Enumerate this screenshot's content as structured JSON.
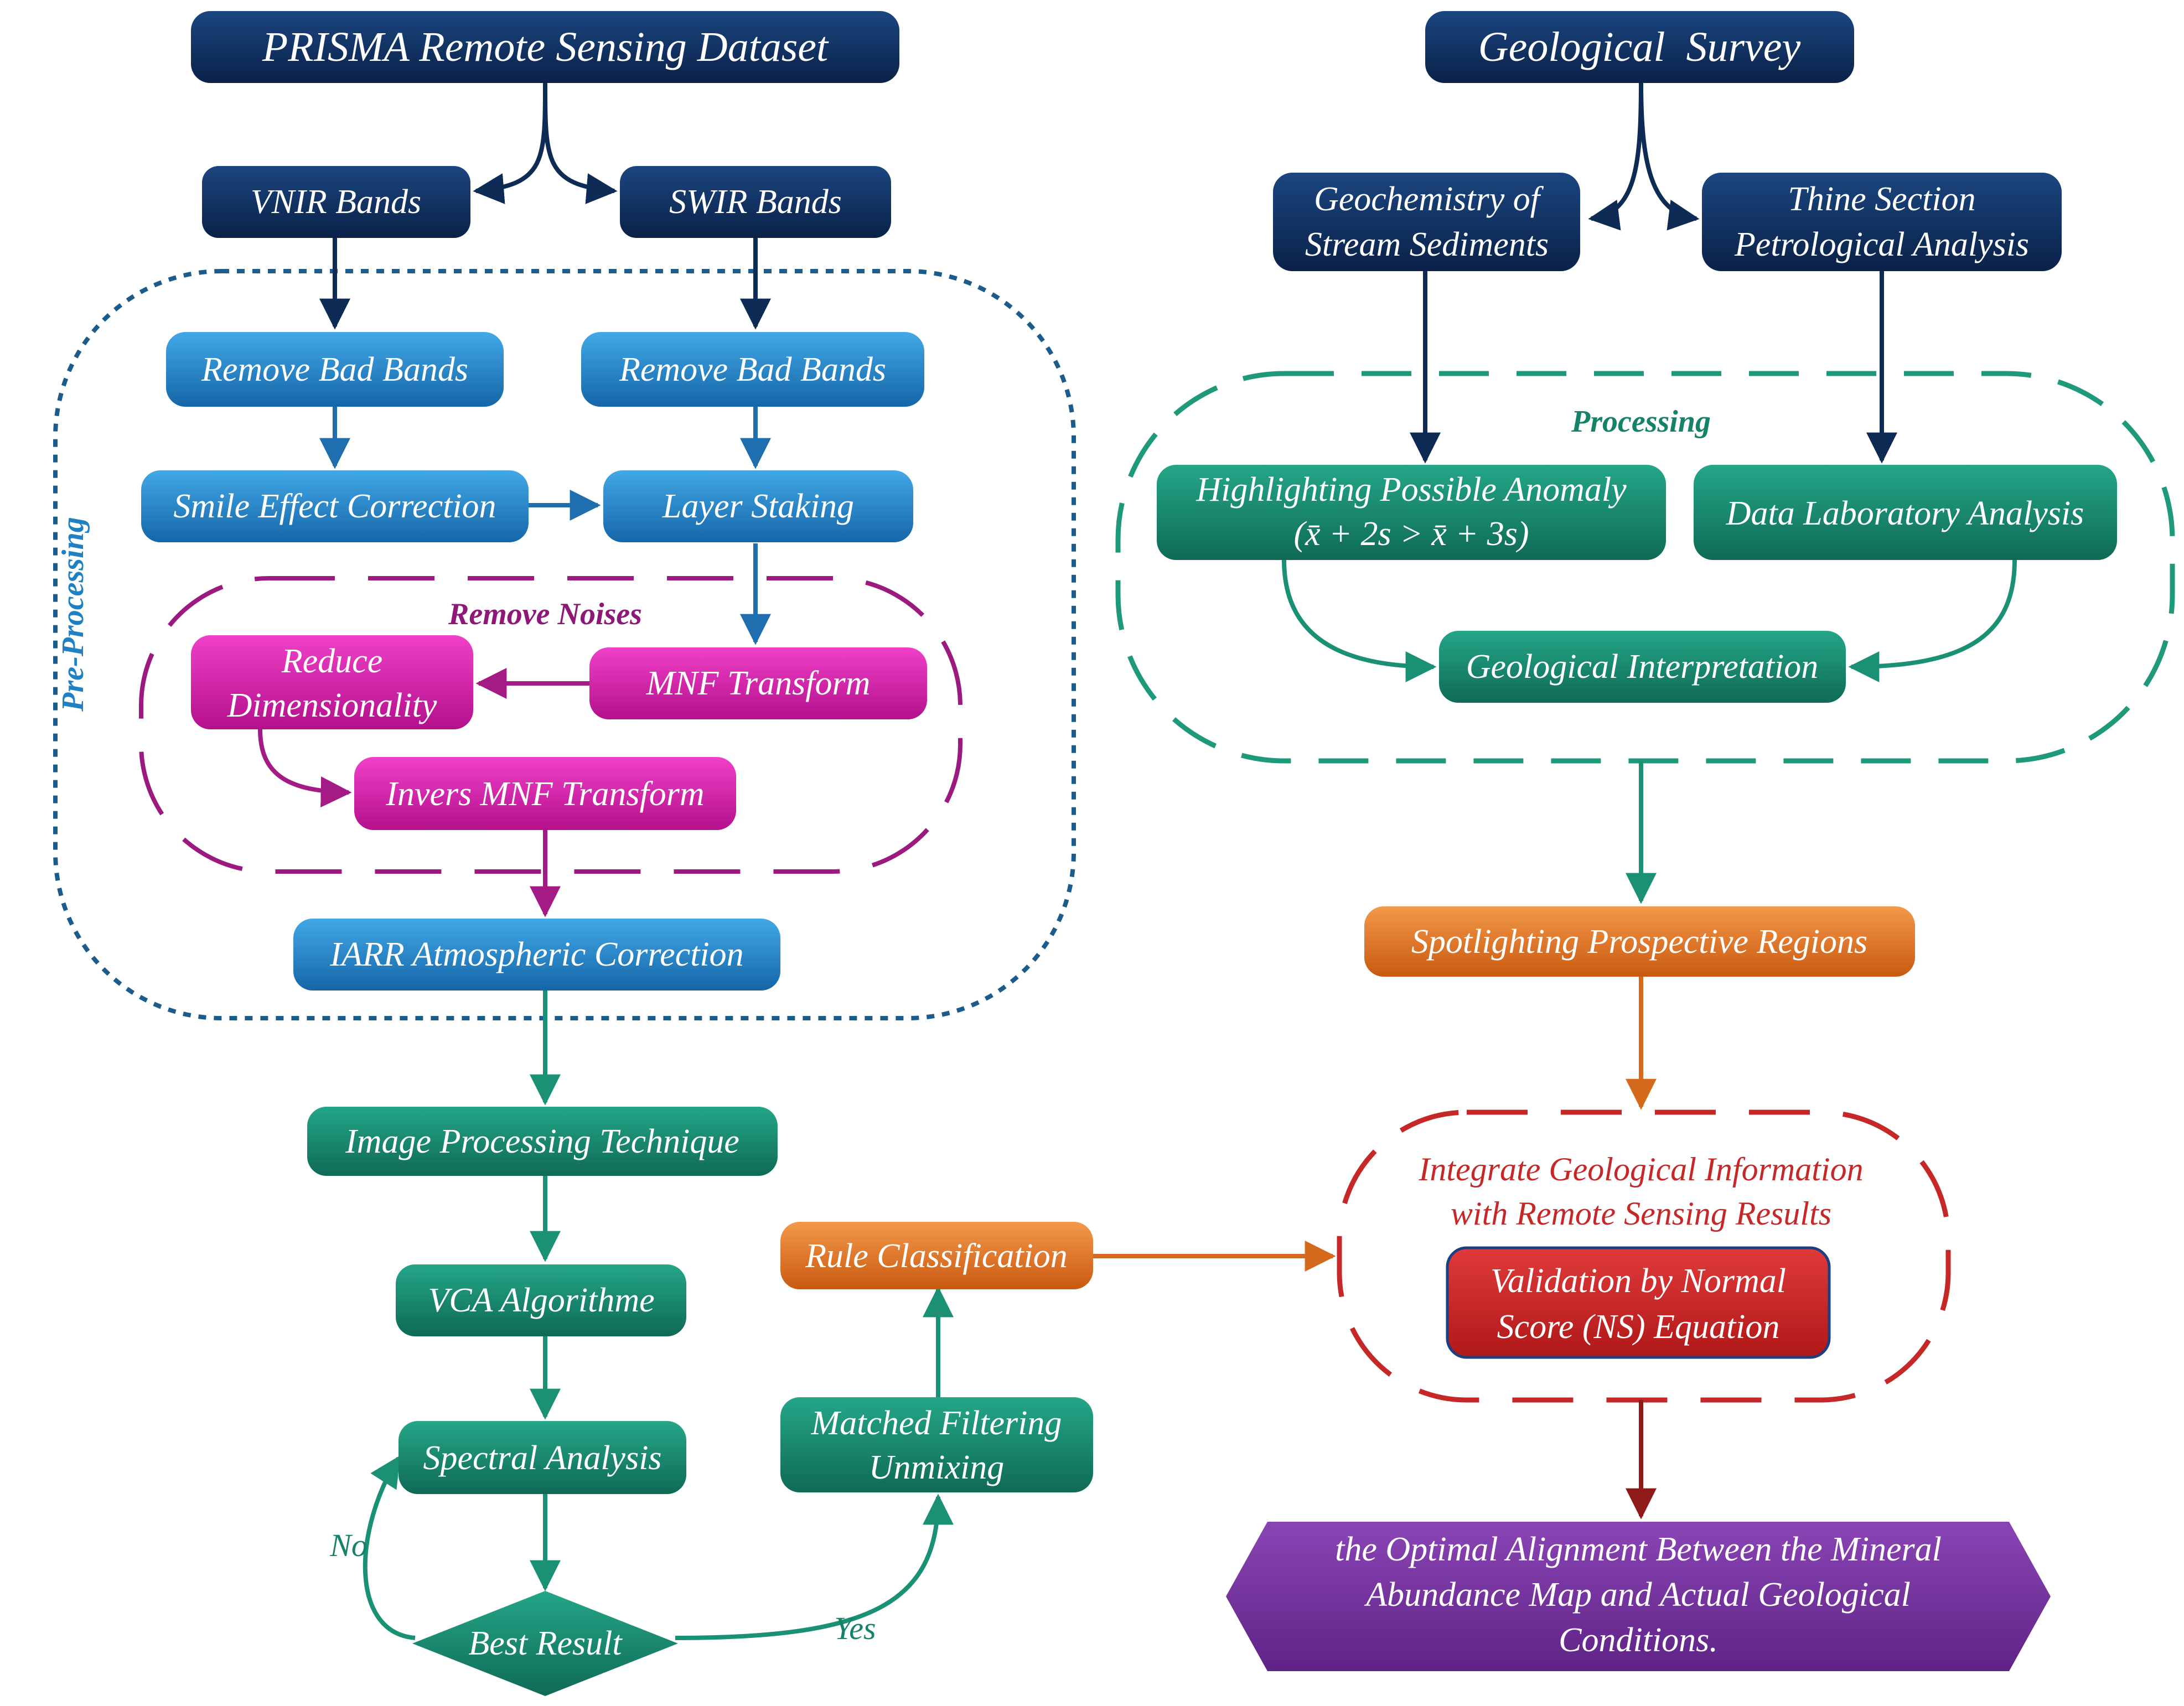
{
  "colors": {
    "navy": "#0d2b54",
    "blue": "#1f80c3",
    "magenta": "#d41ba8",
    "teal": "#17826a",
    "orange": "#e07320",
    "red": "#cf2828",
    "purple": "#73309c",
    "preprocessing_border": "#1c5c8c",
    "noises_border": "#9c1a80",
    "processing_border": "#1e9a7a",
    "integrate_border": "#c62828"
  },
  "nodes": {
    "prisma": "PRISMA Remote Sensing Dataset",
    "vnir": "VNIR Bands",
    "swir": "SWIR Bands",
    "remove_bad_1": "Remove Bad Bands",
    "remove_bad_2": "Remove Bad Bands",
    "smile": "Smile Effect Correction",
    "layer": "Layer Staking",
    "mnf": "MNF Transform",
    "reduce": [
      "Reduce",
      "Dimensionality"
    ],
    "invers": "Invers MNF Transform",
    "iarr": "IARR Atmospheric Correction",
    "ipt": "Image Processing Technique",
    "vca": "VCA Algorithme",
    "spectral": "Spectral Analysis",
    "best": "Best Result",
    "mf": [
      "Matched Filtering",
      "Unmixing"
    ],
    "rule": "Rule Classification",
    "geo_survey": "Geological  Survey",
    "geochem": [
      "Geochemistry of",
      "Stream Sediments"
    ],
    "thine": [
      "Thine Section",
      "Petrological Analysis"
    ],
    "highlight": [
      "Highlighting Possible Anomaly",
      "(x̄ + 2s > x̄ + 3s)"
    ],
    "datalab": "Data Laboratory Analysis",
    "geointerp": "Geological Interpretation",
    "spotlight": "Spotlighting Prospective Regions",
    "validation": [
      "Validation by Normal",
      "Score (NS) Equation"
    ],
    "optimal": [
      "the Optimal Alignment Between the Mineral",
      "Abundance Map and Actual Geological",
      "Conditions."
    ]
  },
  "groups": {
    "preprocessing": "Pre-Processing",
    "noises": "Remove Noises",
    "processing": "Processing",
    "integrate": [
      "Integrate Geological Information",
      "with Remote Sensing Results"
    ]
  },
  "edge_labels": {
    "no": "No",
    "yes": "Yes"
  }
}
